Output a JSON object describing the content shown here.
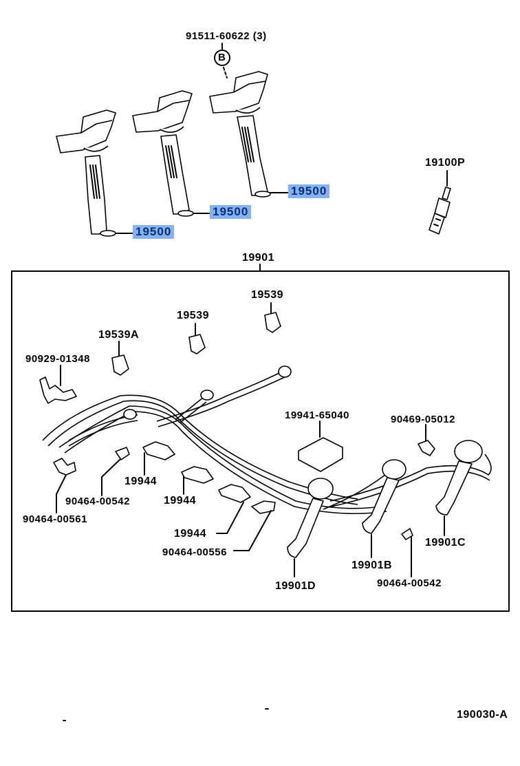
{
  "diagram": {
    "title": "Ignition coil & spark plug / cord set parts diagram",
    "figure_code": "190030-A",
    "highlight_color": "#82b3f7",
    "highlight_text_color": "#0b2d6b",
    "callouts": {
      "bolt": "91511-60622 (3)",
      "bolt_marker": "B",
      "coil_1": "19500",
      "coil_2": "19500",
      "coil_3": "19500",
      "spark_plug": "19100P",
      "cord_set": "19901",
      "holder_a": "19539A",
      "holder_1": "19539",
      "holder_2": "19539",
      "clamp_top": "90929-01348",
      "clamp_block": "19941-65040",
      "clip_right": "90469-05012",
      "clamp_1": "19944",
      "clamp_2": "19944",
      "clamp_3": "19944",
      "clip_1": "90464-00542",
      "clip_2": "90464-00561",
      "clip_3": "90464-00556",
      "clip_4": "90464-00542",
      "cord_d": "19901D",
      "cord_b": "19901B",
      "cord_c": "19901C"
    }
  }
}
